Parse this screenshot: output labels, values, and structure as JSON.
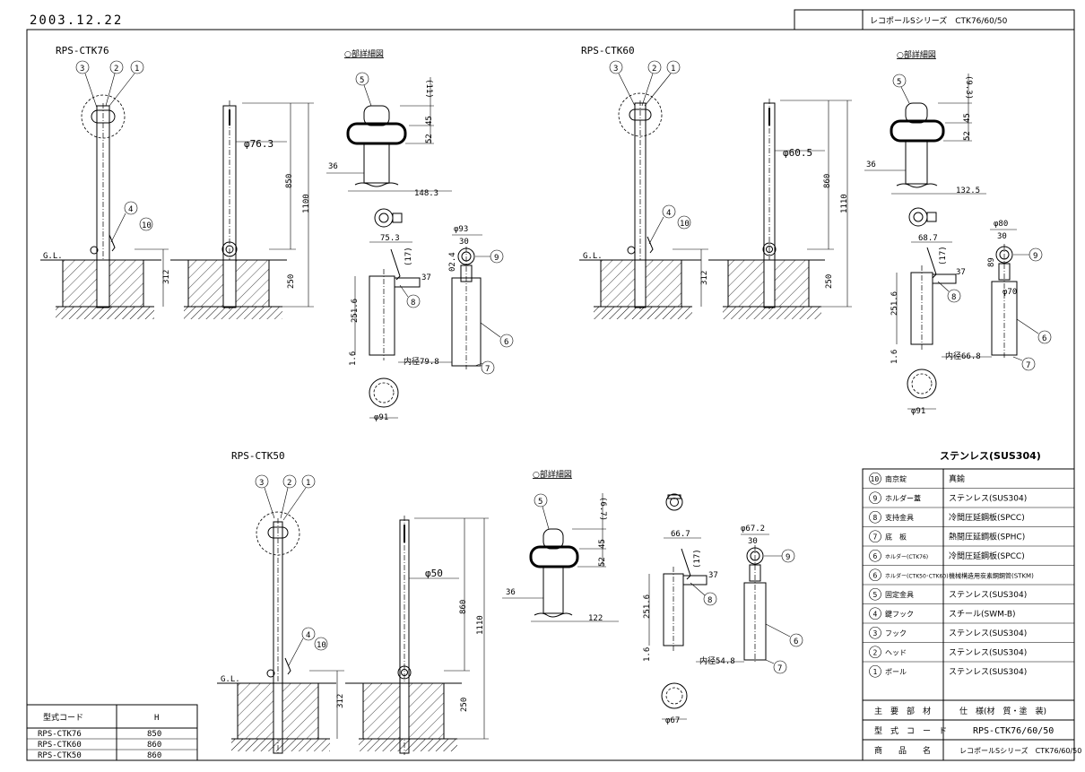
{
  "header": {
    "date": "2003.12.22",
    "series_title": "レコポールSシリーズ　CTK76/60/50"
  },
  "views": {
    "ctk76": {
      "name": "RPS-CTK76",
      "dia": "φ76.3",
      "h_top": "850",
      "h_total": "1100",
      "h_bottom": "250",
      "embed": "312",
      "detail_title": "○部詳細図",
      "d_top": "(11)",
      "d_45": "45",
      "d_52": "52",
      "d_36": "36",
      "d_width": "148.3",
      "holder_w": "75.3",
      "holder_17": "(17)",
      "holder_37": "37",
      "holder_h": "251.6",
      "holder_16": "1.6",
      "holder_inner": "内径79.8",
      "cap_dia": "φ93",
      "cap_30": "30",
      "cap_24": "02.4",
      "base_dia": "φ91"
    },
    "ctk60": {
      "name": "RPS-CTK60",
      "dia": "φ60.5",
      "h_top": "860",
      "h_total": "1110",
      "h_bottom": "250",
      "embed": "312",
      "detail_title": "○部詳細図",
      "d_top": "(9.3)",
      "d_45": "45",
      "d_52": "52",
      "d_36": "36",
      "d_width": "132.5",
      "holder_w": "68.7",
      "holder_17": "(17)",
      "holder_37": "37",
      "holder_h": "251.6",
      "holder_16": "1.6",
      "holder_inner": "内径66.8",
      "cap_dia": "φ80",
      "cap_30": "30",
      "cap_24": "89",
      "cap_70": "φ70",
      "base_dia": "φ91"
    },
    "ctk50": {
      "name": "RPS-CTK50",
      "dia": "φ50",
      "h_top": "860",
      "h_total": "1110",
      "h_bottom": "250",
      "embed": "312",
      "detail_title": "○部詳細図",
      "d_top": "(6.7)",
      "d_45": "45",
      "d_52": "52",
      "d_36": "36",
      "d_width": "122",
      "holder_w": "66.7",
      "holder_17": "(17)",
      "holder_37": "37",
      "holder_h": "251.6",
      "holder_16": "1.6",
      "holder_inner": "内径54.8",
      "cap_dia": "φ67.2",
      "cap_30": "30",
      "base_dia": "φ67"
    },
    "gl_label": "G.L."
  },
  "model_table": {
    "headers": [
      "型式コード",
      "H"
    ],
    "rows": [
      [
        "RPS-CTK76",
        "850"
      ],
      [
        "RPS-CTK60",
        "860"
      ],
      [
        "RPS-CTK50",
        "860"
      ]
    ]
  },
  "parts": {
    "material_title": "ステンレス(SUS304)",
    "rows": [
      {
        "no": "10",
        "name": "南京錠",
        "material": "真鍮"
      },
      {
        "no": "9",
        "name": "ホルダー蓋",
        "material": "ステンレス(SUS304)"
      },
      {
        "no": "8",
        "name": "支持金具",
        "material": "冷間圧延鋼板(SPCC)"
      },
      {
        "no": "7",
        "name": "底　板",
        "material": "熱間圧延鋼板(SPHC)"
      },
      {
        "no": "6",
        "name": "ホルダー(CTK76)",
        "material": "冷間圧延鋼板(SPCC)"
      },
      {
        "no": "6",
        "name": "ホルダー(CTK50･CTK60)",
        "material": "機械構造用炭素鋼鋼管(STKM)"
      },
      {
        "no": "5",
        "name": "固定金具",
        "material": "ステンレス(SUS304)"
      },
      {
        "no": "4",
        "name": "鍵フック",
        "material": "スチール(SWM-B)"
      },
      {
        "no": "3",
        "name": "フック",
        "material": "ステンレス(SUS304)"
      },
      {
        "no": "2",
        "name": "ヘッド",
        "material": "ステンレス(SUS304)"
      },
      {
        "no": "1",
        "name": "ポール",
        "material": "ステンレス(SUS304)"
      }
    ],
    "footer": [
      {
        "label": "主　要　部　材",
        "value": "仕　様(材　質・塗　装)"
      },
      {
        "label": "型　式　コ　ー　ド",
        "value": "RPS-CTK76/60/50"
      },
      {
        "label": "商　　品　　名",
        "value": "レコポールSシリーズ　CTK76/60/50"
      }
    ]
  }
}
